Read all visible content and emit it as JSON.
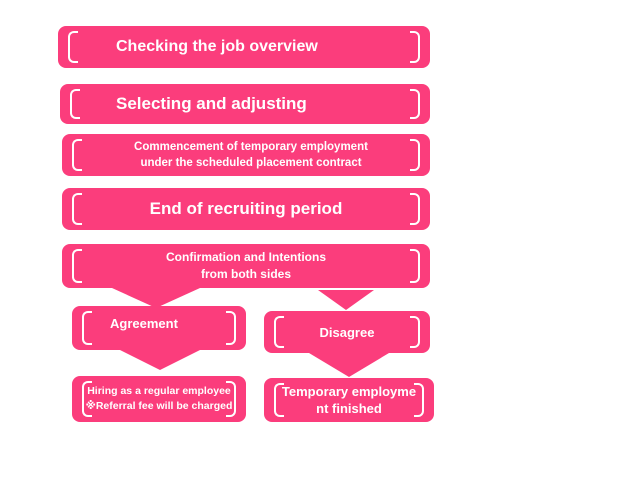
{
  "flow": {
    "step1": "Checking the job overview",
    "step2": "Selecting and adjusting",
    "step3_line1": "Commencement of temporary employment",
    "step3_line2": "under the scheduled placement contract",
    "step4": "End of recruiting period",
    "step5_line1": "Confirmation and Intentions",
    "step5_line2": "from both sides",
    "agreement": "Agreement",
    "disagree": "Disagree",
    "agree_result_line1": "Hiring as a regular employee",
    "agree_result_line2": "※Referral fee will be charged",
    "disagree_result_line1": "Temporary employme",
    "disagree_result_line2": "nt finished"
  },
  "colors": {
    "box": "#fb3d7c",
    "text": "#ffffff"
  }
}
